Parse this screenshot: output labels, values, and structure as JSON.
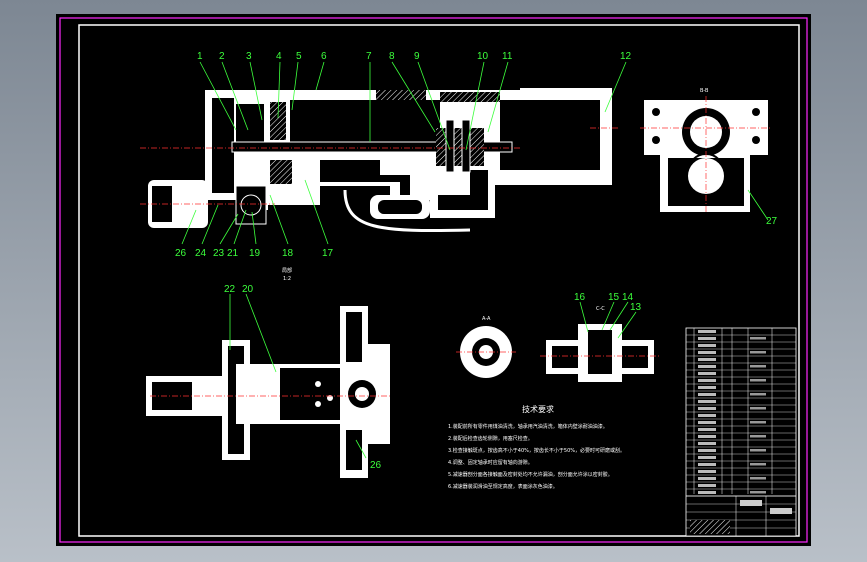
{
  "drawing": {
    "part_labels_top": [
      "1",
      "2",
      "3",
      "4",
      "5",
      "6",
      "7",
      "8",
      "9",
      "10",
      "11",
      "12"
    ],
    "part_labels_bottom": [
      "26",
      "24",
      "23",
      "21",
      "19",
      "18",
      "17"
    ],
    "label_27": "27",
    "label_22": "22",
    "label_20": "20",
    "label_26b": "26",
    "label_16": "16",
    "label_15": "15",
    "label_14": "14",
    "label_13": "13",
    "section_bb": "B-B",
    "section_aa": "A-A",
    "section_cc": "C-C",
    "view_label": "局部",
    "view_scale": "1:2",
    "tech_title": "技术要求",
    "tech_notes": [
      "1.装配前所有零件用煤油清洗，轴承用汽油清洗，箱体内壁涂耐油油漆。",
      "2.装配后检查齿轮侧隙，用塞尺检查。",
      "3.检查接触斑点，按齿高不小于40%，按齿长不小于50%，必要时可研磨或刮。",
      "4.调整、固定轴承时应留有轴向游隙。",
      "5.减速器剖分面各接触面及密封处均不允许漏油，剖分面允许涂以密封胶。",
      "6.减速器装润滑油至规定高度，表面涂灰色油漆。"
    ]
  }
}
